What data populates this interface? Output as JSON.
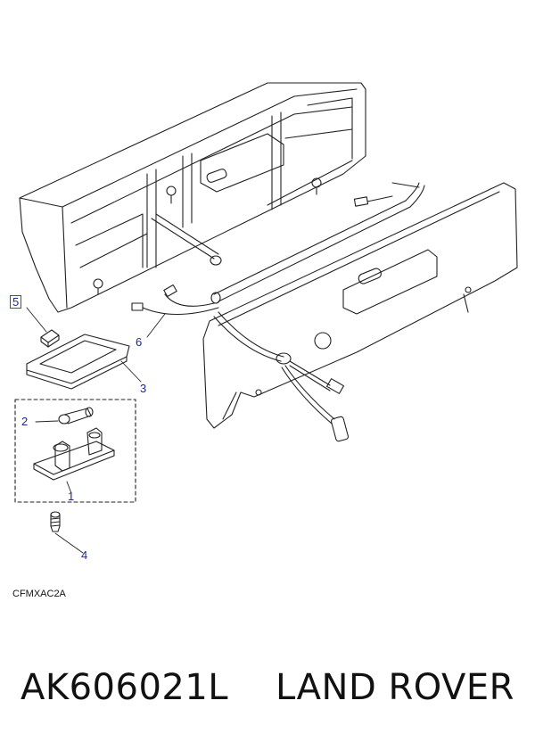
{
  "callouts": {
    "c1": "1",
    "c2": "2",
    "c3": "3",
    "c4": "4",
    "c5": "5",
    "c6": "6"
  },
  "drawing_code": "CFMXAC2A",
  "caption": {
    "part_number": "AK606021L",
    "brand": "LAND ROVER"
  },
  "colors": {
    "line": "#222222",
    "callout": "#1c2a8c",
    "highlight_box": "#e0102c"
  }
}
